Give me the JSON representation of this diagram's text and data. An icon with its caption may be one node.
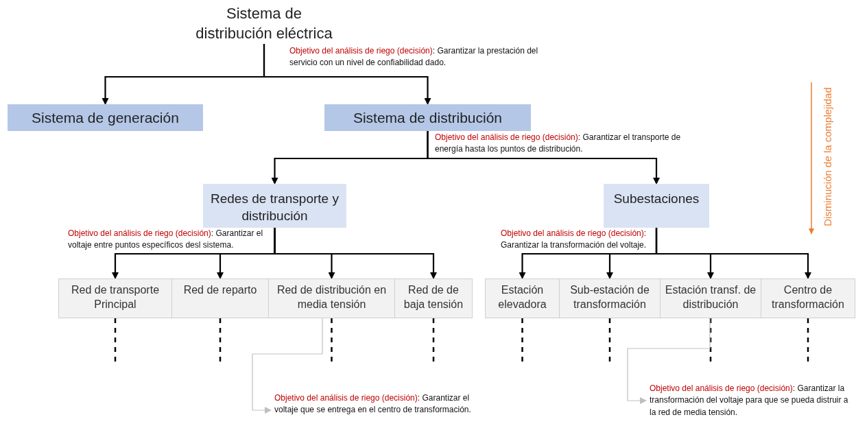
{
  "diagram": {
    "nodes": [
      {
        "text": [
          "Sistema de distribución eléctrica"
        ],
        "beside": [
          "Objetivo del análisis de riego (decisión)",
          ": Garantizar la prestación del servicio con un nivel de confiabilidad dado."
        ]
      },
      {
        "text": [
          "Sistema de generación"
        ]
      },
      {
        "text": [
          "Sistema de distribución"
        ],
        "beside": [
          "Objetivo del análisis de riego (decisión)",
          ": Garantizar el transporte de energía hasta los puntos de distribución."
        ]
      },
      {
        "text": [
          "Redes de transporte y distribución"
        ],
        "beside": [
          "Objetivo del análisis de riego (decisión)",
          ": Garantizar el voltaje entre puntos específicos desl sistema."
        ]
      },
      {
        "text": [
          "Subestaciones"
        ],
        "beside": [
          "Objetivo del análisis de riego (decisión)",
          ": Garantizar la transformación del voltaje."
        ]
      },
      {
        "text": [
          "Red de transporte Principal"
        ]
      },
      {
        "text": [
          "Red de reparto"
        ]
      },
      {
        "text": [
          "Red de distribución en media tensión"
        ]
      },
      {
        "text": [
          "Red de de baja tensión"
        ]
      },
      {
        "text": [
          "Estación elevadora"
        ]
      },
      {
        "text": [
          "Sub-estación de transformación"
        ]
      },
      {
        "text": [
          "Estación transf. de distribución"
        ]
      },
      {
        "text": [
          "Centro de transformación"
        ]
      },
      {
        "text": [
          "Objetivo del análisis de riego (decisión)",
          ": Garantizar el voltaje que se entrega en el centro de transformación."
        ]
      },
      {
        "text": [
          "Objetivo del análisis de riego (decisión)",
          ": Garantizar la transformación del voltaje  para que se pueda distruir a la red de media tensión."
        ]
      }
    ],
    "edges": [
      {
        "from": 0,
        "to": 1,
        "arrow": "to"
      },
      {
        "from": 0,
        "to": 2,
        "arrow": "to"
      },
      {
        "from": 2,
        "to": 3,
        "arrow": "to"
      },
      {
        "from": 2,
        "to": 4,
        "arrow": "to"
      },
      {
        "from": 3,
        "to": 5,
        "arrow": "to"
      },
      {
        "from": 3,
        "to": 6,
        "arrow": "to"
      },
      {
        "from": 3,
        "to": 7,
        "arrow": "to"
      },
      {
        "from": 3,
        "to": 8,
        "arrow": "to"
      },
      {
        "from": 4,
        "to": 9,
        "arrow": "to"
      },
      {
        "from": 4,
        "to": 10,
        "arrow": "to"
      },
      {
        "from": 4,
        "to": 11,
        "arrow": "to"
      },
      {
        "from": 4,
        "to": 12,
        "arrow": "to"
      },
      {
        "from": 5,
        "to": null,
        "arrow": "none",
        "style": "dashed"
      },
      {
        "from": 6,
        "to": null,
        "arrow": "none",
        "style": "dashed"
      },
      {
        "from": 7,
        "to": null,
        "arrow": "none",
        "style": "dashed"
      },
      {
        "from": 8,
        "to": null,
        "arrow": "none",
        "style": "dashed"
      },
      {
        "from": 9,
        "to": null,
        "arrow": "none",
        "style": "dashed"
      },
      {
        "from": 10,
        "to": null,
        "arrow": "none",
        "style": "dashed"
      },
      {
        "from": 11,
        "to": null,
        "arrow": "none",
        "style": "dashed"
      },
      {
        "from": 12,
        "to": null,
        "arrow": "none",
        "style": "dashed"
      },
      {
        "from": 7,
        "to": 13,
        "arrow": "to",
        "color": "#bfbfbf"
      },
      {
        "from": 11,
        "to": 14,
        "arrow": "to",
        "color": "#bfbfbf"
      }
    ],
    "labels": [
      "Disminución de la complejidad"
    ]
  }
}
